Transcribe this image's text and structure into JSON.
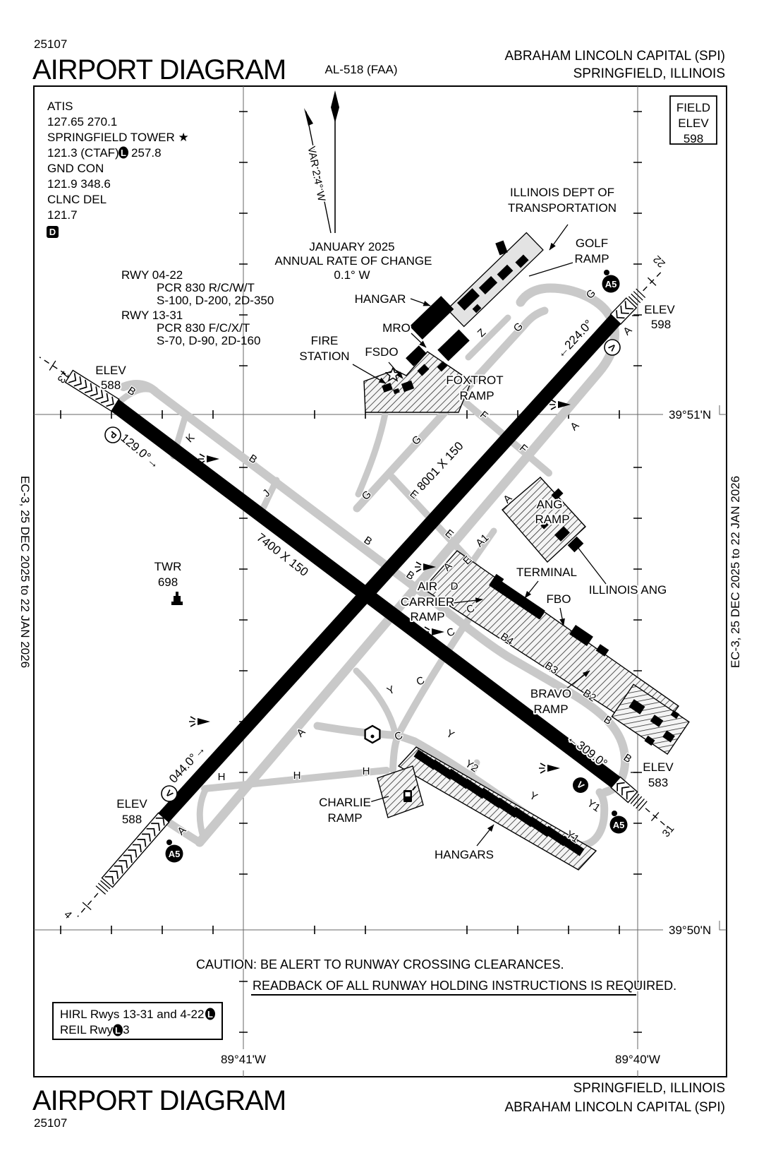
{
  "page": {
    "chart_number": "25107",
    "title": "AIRPORT DIAGRAM",
    "al_ref": "AL-518 (FAA)",
    "airport": "ABRAHAM LINCOLN CAPITAL (SPI)",
    "city": "SPRINGFIELD, ILLINOIS",
    "edge_note": "EC-3, 25 DEC 2025 to 22 JAN 2026"
  },
  "field_elev": {
    "l1": "FIELD",
    "l2": "ELEV",
    "value": "598"
  },
  "comms": {
    "atis": "ATIS",
    "atis_freq": "127.65  270.1",
    "twr_name": "SPRINGFIELD TOWER ★",
    "ctaf": "121.3 (CTAF)",
    "ctaf_l": "L",
    "ctaf2": "257.8",
    "gnd": "GND CON",
    "gnd_freq": "121.9  348.6",
    "clnc": "CLNC DEL",
    "clnc_freq": "121.7",
    "d_badge": "D"
  },
  "variation": {
    "var_label": "VAR 2.4° W",
    "date": "JANUARY 2025",
    "rate": "ANNUAL RATE OF CHANGE",
    "value": "0.1° W"
  },
  "runway_data": {
    "rwy1": "RWY 04-22",
    "rwy1_pcr": "PCR 830 R/C/W/T",
    "rwy1_codes": "S-100, D-200, 2D-350",
    "rwy2": "RWY 13-31",
    "rwy2_pcr": "PCR 830 F/C/X/T",
    "rwy2_codes": "S-70, D-90, 2D-160"
  },
  "runways": {
    "r0422_dim": "8001 X 150",
    "r1331_dim": "7400 X 150",
    "hdg22": "←224.0°",
    "hdg04": "044.0°→",
    "hdg13": "129.0°→",
    "hdg31": "←309.0°",
    "num22": "22",
    "num31": "31",
    "num13": "13",
    "num04": "4"
  },
  "elev": {
    "label": "ELEV",
    "e13": "588",
    "e04": "588",
    "e22": "598",
    "e31": "583"
  },
  "tower": {
    "l1": "TWR",
    "l2": "698"
  },
  "labels": {
    "idot1": "ILLINOIS DEPT OF",
    "idot2": "TRANSPORTATION",
    "golf1": "GOLF",
    "golf2": "RAMP",
    "hangar": "HANGAR",
    "mro": "MRO",
    "fire1": "FIRE",
    "fire2": "STATION",
    "fsdo": "FSDO",
    "fox1": "FOXTROT",
    "fox2": "RAMP",
    "ang1": "ANG",
    "ang2": "RAMP",
    "terminal": "TERMINAL",
    "fbo": "FBO",
    "il_ang": "ILLINOIS ANG",
    "air1": "AIR",
    "air2": "CARRIER",
    "air3": "RAMP",
    "bravo1": "BRAVO",
    "bravo2": "RAMP",
    "charlie1": "CHARLIE",
    "charlie2": "RAMP",
    "hangars": "HANGARS"
  },
  "badges": {
    "a5": "A5",
    "papi": "P",
    "vasi": "V"
  },
  "coords": {
    "lat51": "39°51'N",
    "lat50": "39°50'N",
    "lon41": "89°41'W",
    "lon40": "89°40'W"
  },
  "caution": {
    "line1": "CAUTION: BE ALERT TO RUNWAY CROSSING CLEARANCES.",
    "line2": "READBACK OF ALL RUNWAY HOLDING INSTRUCTIONS IS REQUIRED."
  },
  "lighting": {
    "hirl": "HIRL Rwys 13-31 and 4-22",
    "reil": "REIL Rwy 13",
    "l": "L"
  },
  "twy": [
    "A",
    "A",
    "A",
    "A",
    "A",
    "A",
    "A1",
    "B",
    "B",
    "B",
    "B",
    "B",
    "B",
    "B2",
    "B3",
    "B4",
    "C",
    "C",
    "C",
    "C",
    "D",
    "E",
    "E",
    "E",
    "F",
    "F",
    "G",
    "G",
    "G",
    "G",
    "H",
    "H",
    "H",
    "J",
    "K",
    "Y",
    "Y",
    "Y",
    "Y1",
    "Y1",
    "Y2",
    "Z"
  ]
}
